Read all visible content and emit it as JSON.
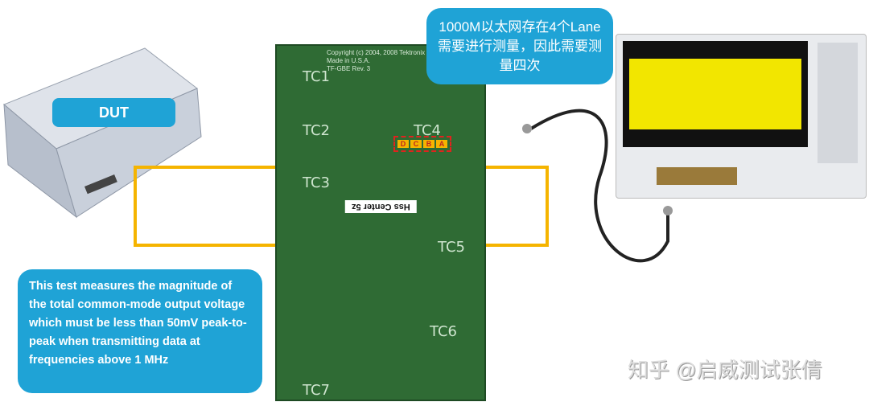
{
  "dut": {
    "label": "DUT"
  },
  "callout": {
    "text": "1000M以太网存在4个Lane需要进行测量，因此需要测量四次"
  },
  "description": {
    "text": "This test measures the magnitude of the total common-mode output voltage which must be less than 50mV peak-to-peak when transmitting data at frequencies above 1 MHz"
  },
  "board": {
    "copyright": "Copyright (c) 2004, 2008 Tektronix\nMade in U.S.A.\nTF-GBE Rev. 3",
    "sections": [
      "TC1",
      "TC2",
      "TC3",
      "TC4",
      "TC5",
      "TC6",
      "TC7"
    ],
    "lanes": [
      "D",
      "C",
      "B",
      "A"
    ],
    "sticker": "Hss Center 5z"
  },
  "watermark": "知乎 @启威测试张倩",
  "colors": {
    "accent": "#1fa3d6",
    "cable": "#f5b400",
    "board": "#2f6b34",
    "waveform": "#f2e600"
  }
}
